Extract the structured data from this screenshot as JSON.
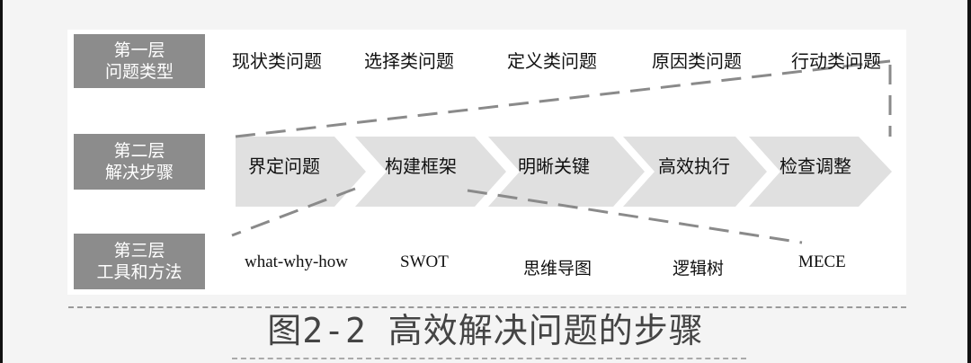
{
  "layers": [
    {
      "title": "第一层",
      "subtitle": "问题类型"
    },
    {
      "title": "第二层",
      "subtitle": "解决步骤"
    },
    {
      "title": "第三层",
      "subtitle": "工具和方法"
    }
  ],
  "problem_types": [
    "现状类问题",
    "选择类问题",
    "定义类问题",
    "原因类问题",
    "行动类问题"
  ],
  "steps": [
    "界定问题",
    "构建框架",
    "明晰关键",
    "高效执行",
    "检查调整"
  ],
  "tools": [
    "what-why-how",
    "SWOT",
    "思维导图",
    "逻辑树",
    "MECE"
  ],
  "caption": "图2-2 高效解决问题的步骤",
  "colors": {
    "label_bg": "#8c8c8c",
    "chevron_fill": "#e0e0e0",
    "dash": "#8a8a8a"
  }
}
